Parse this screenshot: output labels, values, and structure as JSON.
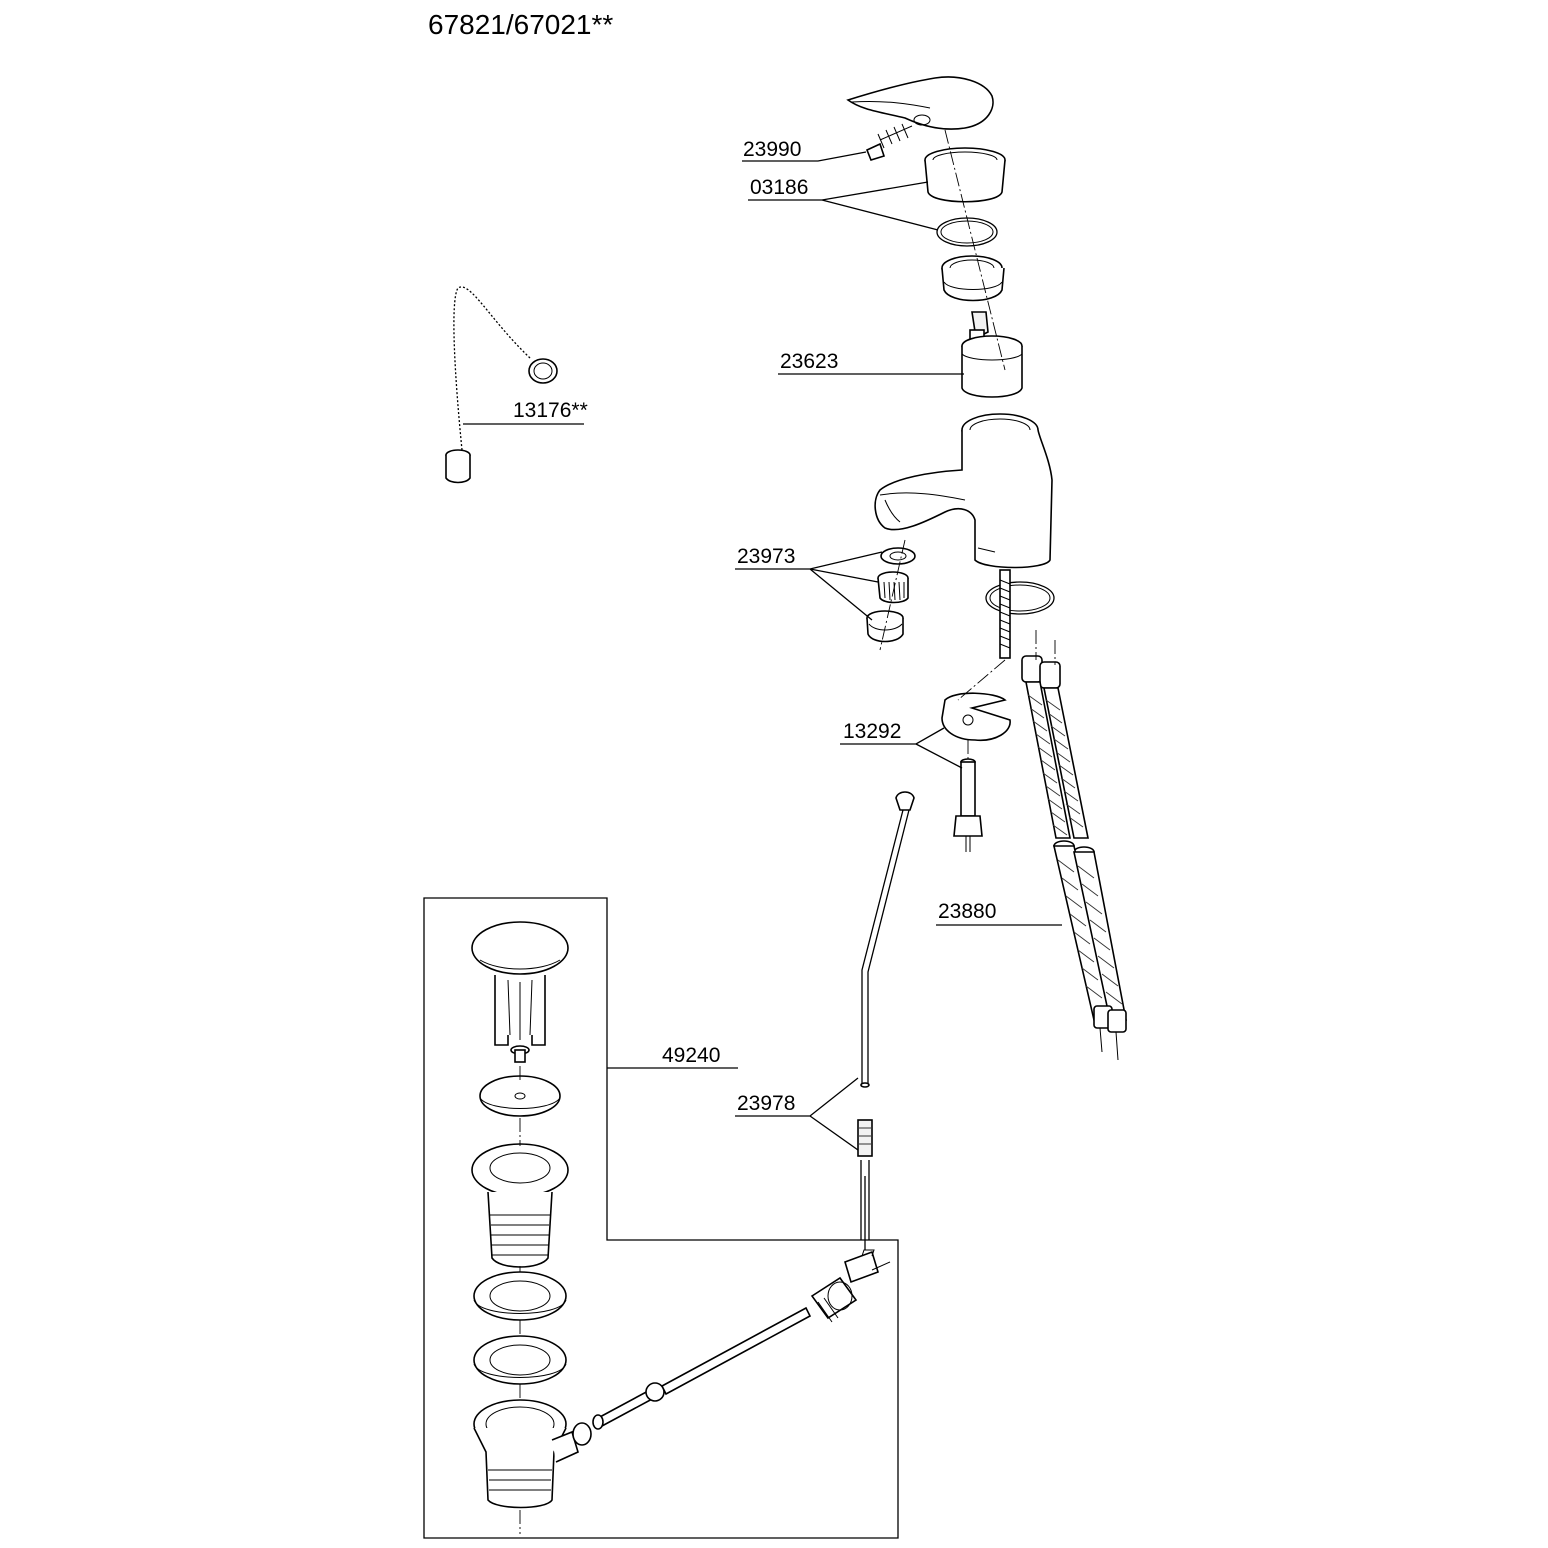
{
  "title": "67821/67021**",
  "labels": {
    "handle_screw": "23990",
    "cover_cap": "03186",
    "cartridge": "23623",
    "chain_plug": "13176**",
    "aerator": "23973",
    "fixing_set": "13292",
    "flex_hoses": "23880",
    "waste_set": "49240",
    "lift_rod": "23978"
  }
}
